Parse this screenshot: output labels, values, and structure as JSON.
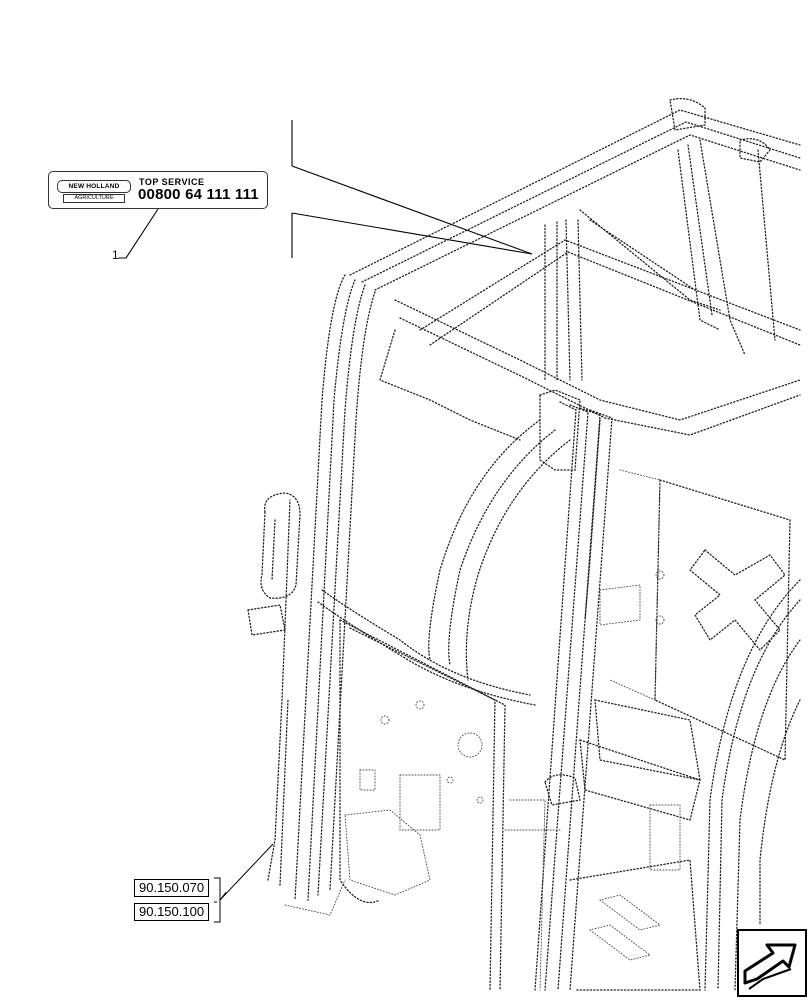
{
  "decal": {
    "logo_text": "NEW HOLLAND",
    "logo_subtext": "AGRICULTURE",
    "heading": "TOP SERVICE",
    "phone": "00800 64 111 111"
  },
  "callout": {
    "number": "1"
  },
  "references": [
    {
      "code": "90.150.070"
    },
    {
      "code": "90.150.100"
    }
  ],
  "navigation": {
    "icon": "arrow-icon"
  }
}
